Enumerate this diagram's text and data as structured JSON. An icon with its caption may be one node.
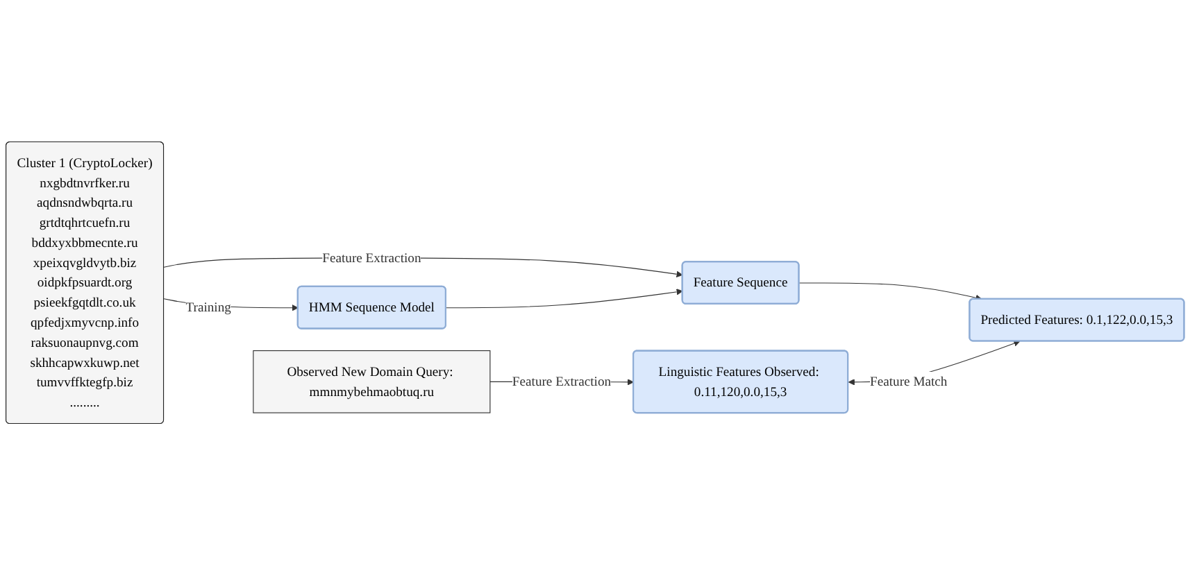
{
  "diagram": {
    "nodes": [
      {
        "text": [
          "Cluster 1 (CryptoLocker)",
          "nxgbdtnvrfker.ru",
          "aqdnsndwbqrta.ru",
          "grtdtqhrtcuefn.ru",
          "bddxyxbbmecnte.ru",
          "xpeixqvgldvytb.biz",
          "oidpkfpsuardt.org",
          "psieekfgqtdlt.co.uk",
          "qpfedjxmyvcnp.info",
          "raksuonaupnvg.com",
          "skhhcapwxkuwp.net",
          "tumvvffktegfp.biz",
          "........."
        ]
      },
      {
        "text": [
          "HMM Sequence Model"
        ]
      },
      {
        "text": [
          "Feature Sequence"
        ]
      },
      {
        "text": [
          "Observed New Domain Query: mmnmybehmaobtuq.ru"
        ]
      },
      {
        "text": [
          "Linguistic Features Observed: 0.11,120,0.0,15,3"
        ]
      },
      {
        "text": [
          "Predicted Features: 0.1,122,0.0,15,3"
        ]
      }
    ],
    "edges": [
      {
        "from": 0,
        "to": 1,
        "arrow": "to",
        "label": "Training"
      },
      {
        "from": 0,
        "to": 2,
        "arrow": "to",
        "label": "Feature Extraction"
      },
      {
        "from": 1,
        "to": 2,
        "arrow": "to"
      },
      {
        "from": 2,
        "to": 5,
        "arrow": "to"
      },
      {
        "from": 3,
        "to": 4,
        "arrow": "to",
        "label": "Feature Extraction"
      },
      {
        "from": 4,
        "to": 5,
        "arrow": "both",
        "label": "Feature Match"
      }
    ]
  }
}
